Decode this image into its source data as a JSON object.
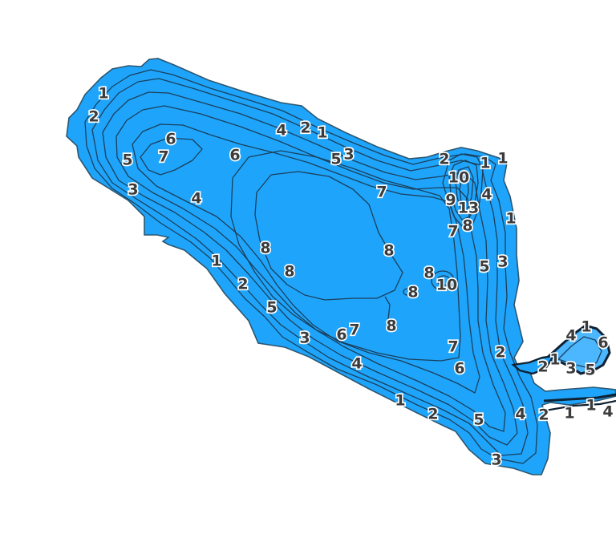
{
  "colors": {
    "water": "#1ea5fb",
    "water_light": "#4cb7ff",
    "contour": "#1b3f5c",
    "shore": "#2b5671",
    "label_text": "#3b3b3b"
  },
  "contour_labels": [
    "1",
    "2",
    "4",
    "2",
    "1",
    "6",
    "7",
    "5",
    "6",
    "3",
    "4",
    "5",
    "3",
    "2",
    "1",
    "1",
    "10",
    "7",
    "9",
    "4",
    "13",
    "8",
    "7",
    "1",
    "8",
    "8",
    "8",
    "3",
    "5",
    "8",
    "8",
    "10",
    "1",
    "2",
    "5",
    "3",
    "6",
    "7",
    "8",
    "7",
    "2",
    "6",
    "4",
    "1",
    "2",
    "4",
    "6",
    "1",
    "3",
    "5",
    "1",
    "2",
    "5",
    "4",
    "2",
    "1",
    "1",
    "4",
    "3"
  ]
}
